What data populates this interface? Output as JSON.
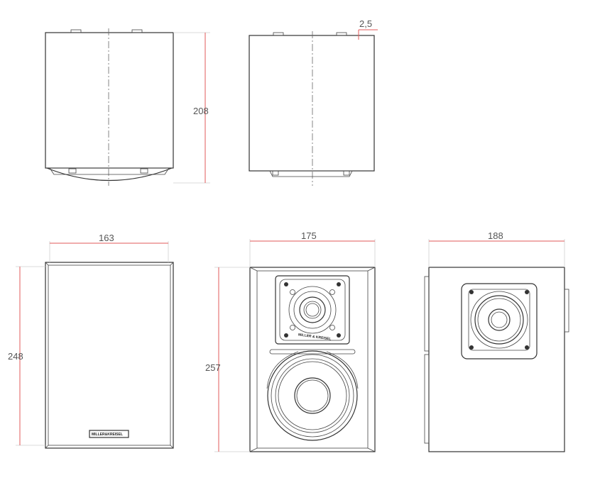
{
  "dimensions": {
    "top_depth": "208",
    "top_offset": "2,5",
    "front_width": "163",
    "front_height": "248",
    "rear_width": "175",
    "rear_height": "257",
    "side_width": "188"
  },
  "branding": {
    "logo_text": "MILLER&KREISEL",
    "tweeter_label": "MILLER & KREISEL"
  },
  "colors": {
    "dimension_line": "#e05a5a",
    "outline": "#333333"
  }
}
